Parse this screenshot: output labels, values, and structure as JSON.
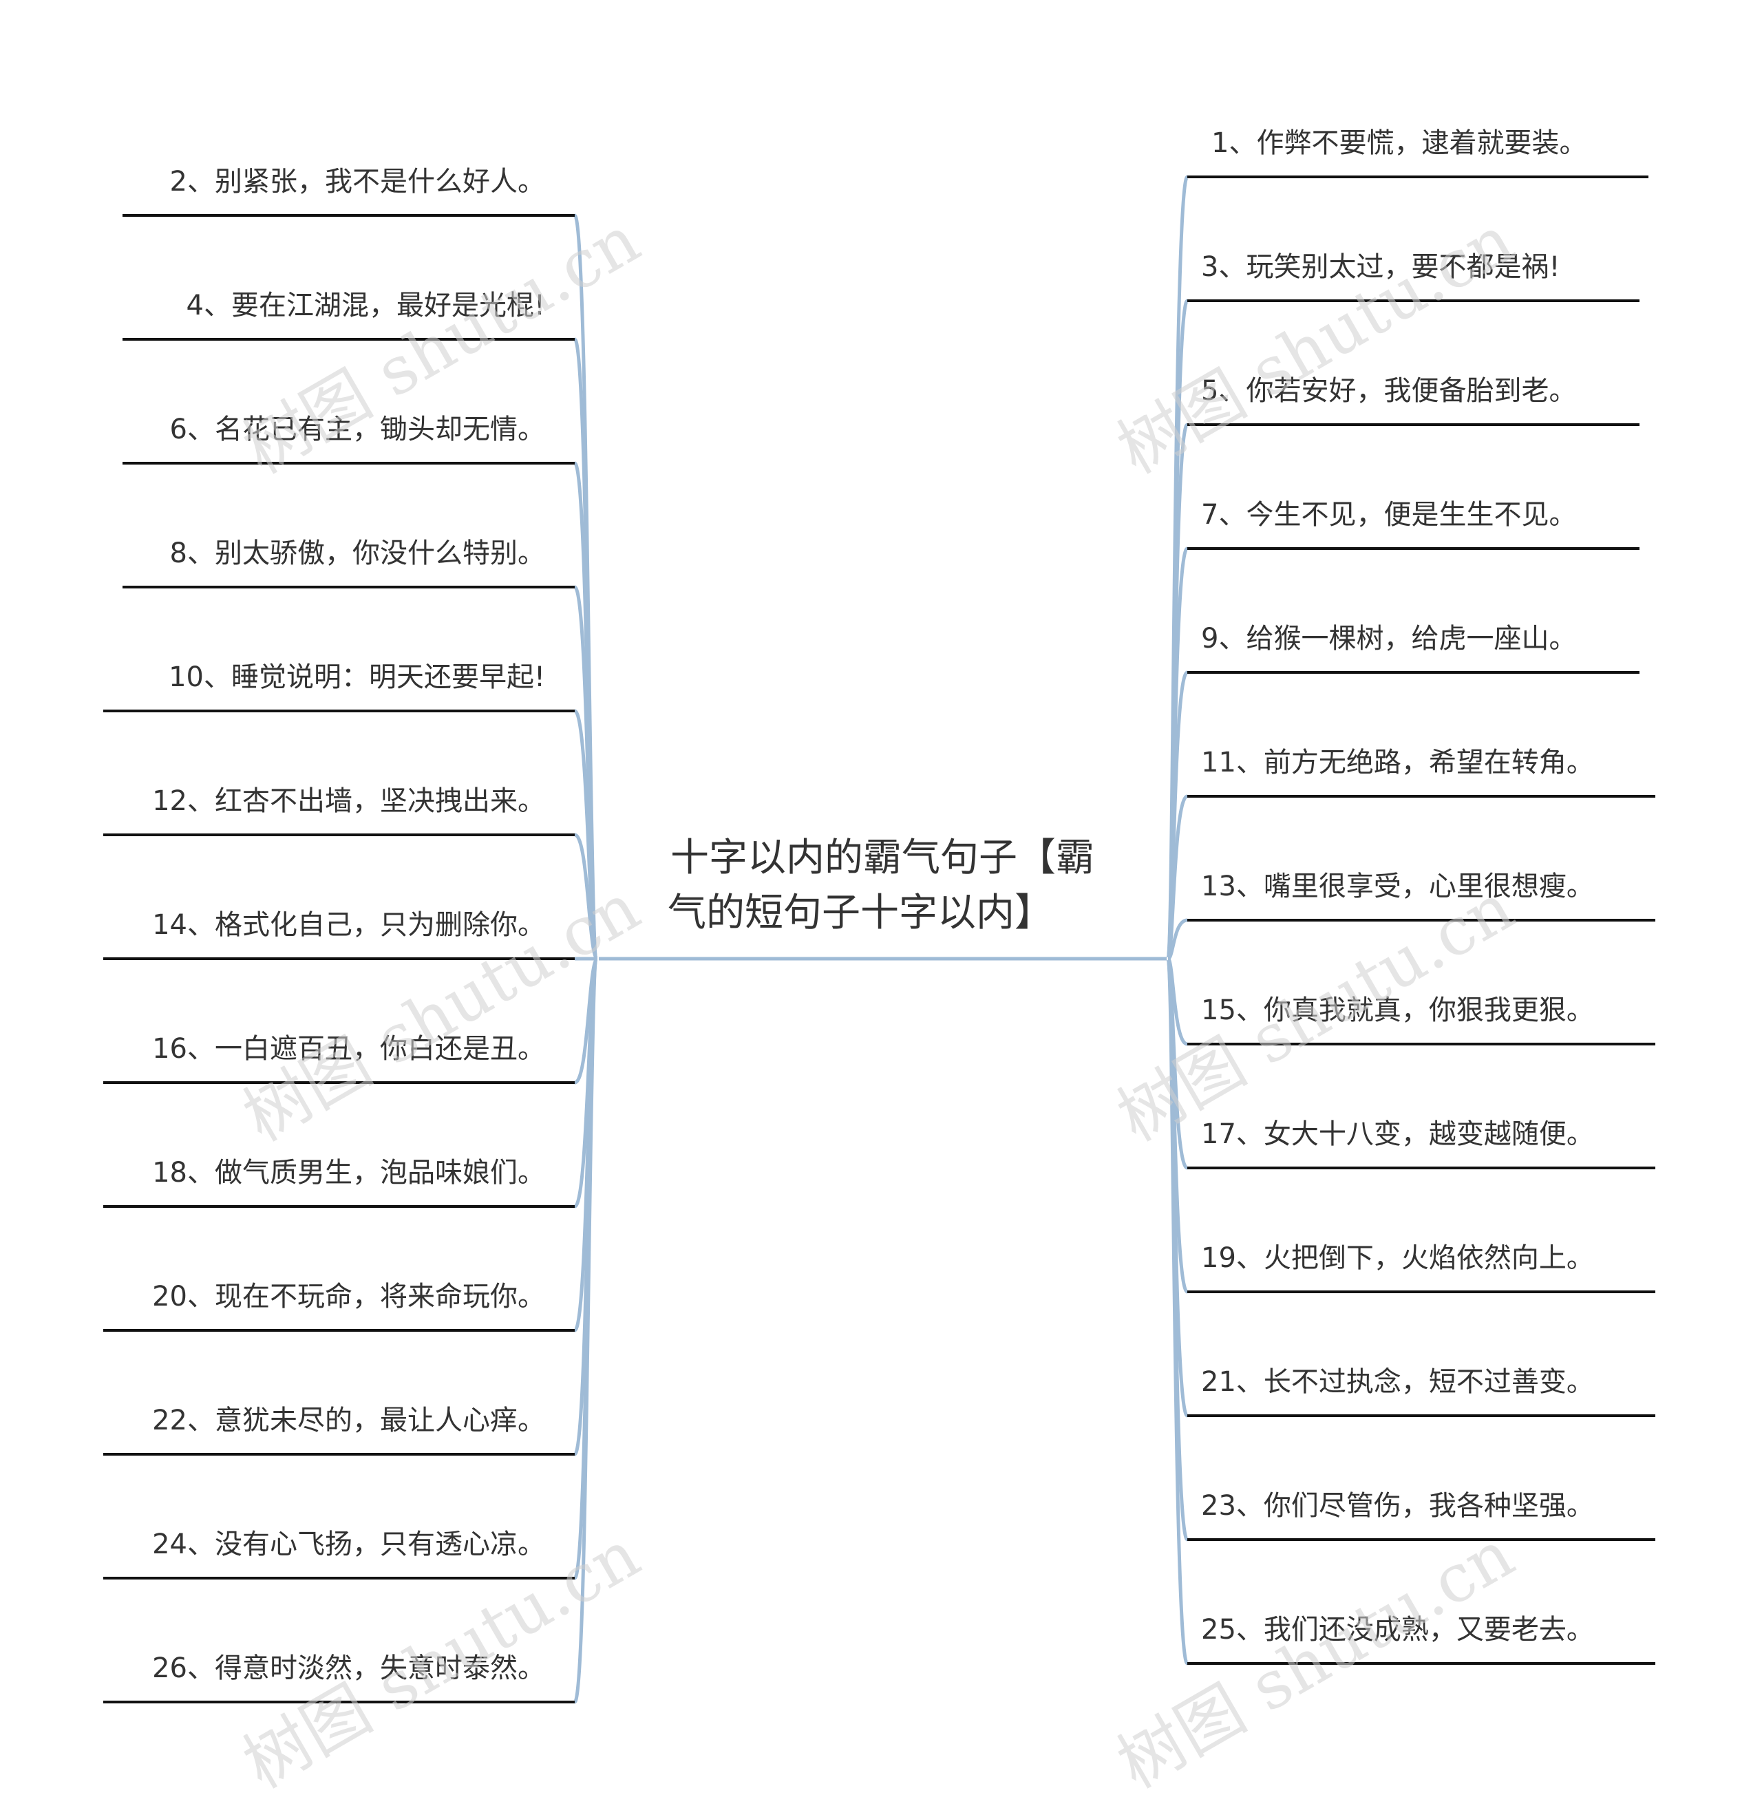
{
  "center": {
    "lines": [
      "十字以内的霸气句子【霸",
      "气的短句子十字以内】"
    ]
  },
  "left_items": [
    "2、别紧张，我不是什么好人。",
    "4、要在江湖混，最好是光棍!",
    "6、名花已有主，锄头却无情。",
    "8、别太骄傲，你没什么特别。",
    "10、睡觉说明：明天还要早起!",
    "12、红杏不出墙，坚决拽出来。",
    "14、格式化自己，只为删除你。",
    "16、一白遮百丑，你白还是丑。",
    "18、做气质男生，泡品味娘们。",
    "20、现在不玩命，将来命玩你。",
    "22、意犹未尽的，最让人心痒。",
    "24、没有心飞扬，只有透心凉。",
    "26、得意时淡然，失意时泰然。"
  ],
  "right_items": [
    "1、作弊不要慌，逮着就要装。",
    "3、玩笑别太过，要不都是祸!",
    "5、你若安好，我便备胎到老。",
    "7、今生不见，便是生生不见。",
    "9、给猴一棵树，给虎一座山。",
    "11、前方无绝路，希望在转角。",
    "13、嘴里很享受，心里很想瘦。",
    "15、你真我就真，你狠我更狠。",
    "17、女大十八变，越变越随便。",
    "19、火把倒下，火焰依然向上。",
    "21、长不过执念，短不过善变。",
    "23、你们尽管伤，我各种坚强。",
    "25、我们还没成熟，又要老去。"
  ],
  "watermark": "树图 shutu.cn",
  "colors": {
    "connector": "#9fbbd6",
    "underline": "#111111",
    "text": "#333333",
    "background": "#ffffff"
  }
}
